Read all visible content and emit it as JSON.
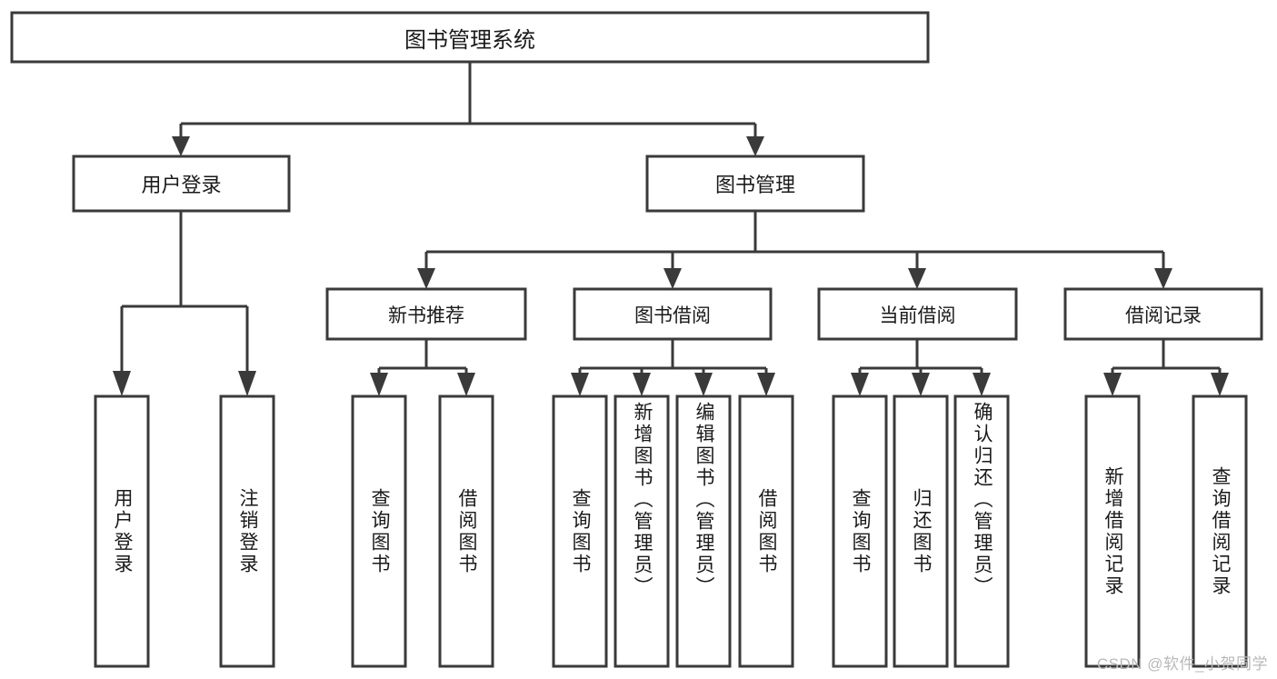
{
  "diagram": {
    "type": "hierarchy-tree",
    "title": "图书管理系统",
    "watermark": "CSDN @软件_小贺同学",
    "colors": {
      "stroke": "#3a3a3a",
      "fill": "#ffffff",
      "text": "#1a1a1a",
      "watermark": "#b9b9b9",
      "background": "#ffffff"
    },
    "levels": {
      "root": {
        "label": "图书管理系统",
        "orientation": "horizontal"
      },
      "level2": [
        {
          "label": "用户登录",
          "orientation": "horizontal"
        },
        {
          "label": "图书管理",
          "orientation": "horizontal"
        }
      ],
      "level3": [
        {
          "label": "新书推荐",
          "orientation": "horizontal"
        },
        {
          "label": "图书借阅",
          "orientation": "horizontal"
        },
        {
          "label": "当前借阅",
          "orientation": "horizontal"
        },
        {
          "label": "借阅记录",
          "orientation": "horizontal"
        }
      ],
      "leaves": [
        {
          "label": "用户登录",
          "parent": "用户登录",
          "orientation": "vertical"
        },
        {
          "label": "注销登录",
          "parent": "用户登录",
          "orientation": "vertical"
        },
        {
          "label": "查询图书",
          "parent": "新书推荐",
          "orientation": "vertical"
        },
        {
          "label": "借阅图书",
          "parent": "新书推荐",
          "orientation": "vertical"
        },
        {
          "label": "查询图书",
          "parent": "图书借阅",
          "orientation": "vertical"
        },
        {
          "label": "新增图书（管理员）",
          "parent": "图书借阅",
          "orientation": "vertical"
        },
        {
          "label": "编辑图书（管理员）",
          "parent": "图书借阅",
          "orientation": "vertical"
        },
        {
          "label": "借阅图书",
          "parent": "图书借阅",
          "orientation": "vertical"
        },
        {
          "label": "查询图书",
          "parent": "当前借阅",
          "orientation": "vertical"
        },
        {
          "label": "归还图书",
          "parent": "当前借阅",
          "orientation": "vertical"
        },
        {
          "label": "确认归还（管理员）",
          "parent": "当前借阅",
          "orientation": "vertical"
        },
        {
          "label": "新增借阅记录",
          "parent": "借阅记录",
          "orientation": "vertical"
        },
        {
          "label": "查询借阅记录",
          "parent": "借阅记录",
          "orientation": "vertical"
        }
      ]
    }
  }
}
